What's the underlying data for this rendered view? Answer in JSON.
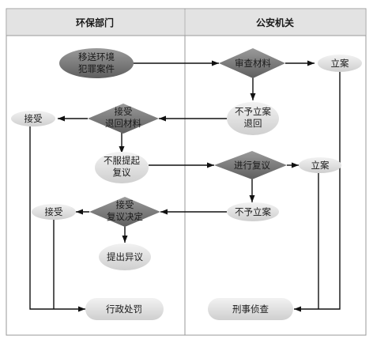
{
  "columns": {
    "left": "环保部门",
    "right": "公安机关"
  },
  "nodes": {
    "transfer": [
      "移送环境",
      "犯罪案件"
    ],
    "review": "审查材料",
    "file_case_1": "立案",
    "no_file_return": [
      "不予立案",
      "退回"
    ],
    "accept_return": [
      "接受",
      "退回材料"
    ],
    "accept_1": "接受",
    "disagree": [
      "不服提起",
      "复议"
    ],
    "reconsider": "进行复议",
    "file_case_2": "立案",
    "no_file": "不予立案",
    "accept_decision": [
      "接受",
      "复议决定"
    ],
    "accept_2": "接受",
    "objection": "提出异议",
    "admin_penalty": "行政处罚",
    "criminal_investigation": "刑事侦查"
  }
}
